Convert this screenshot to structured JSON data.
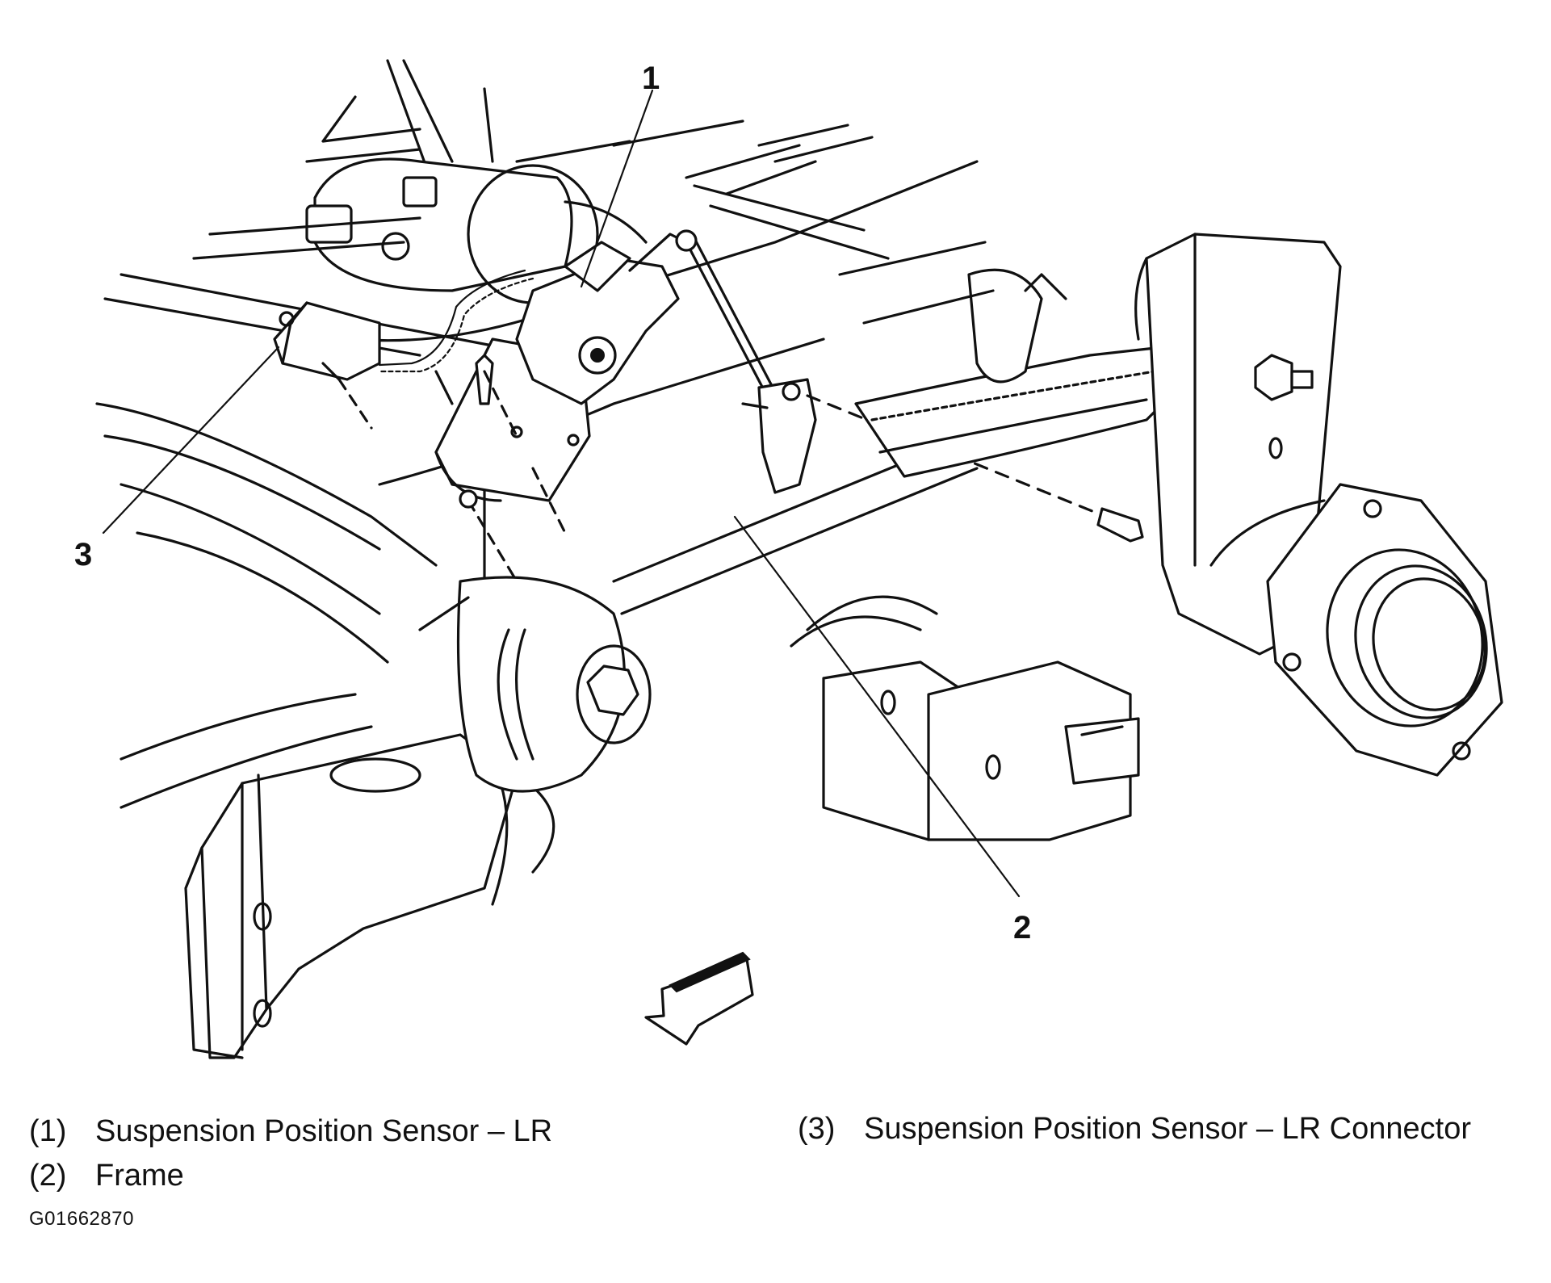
{
  "callouts": [
    {
      "number": "1",
      "label": "Suspension Position Sensor – LR"
    },
    {
      "number": "2",
      "label": "Frame"
    },
    {
      "number": "3",
      "label": "Suspension Position Sensor – LR Connector"
    }
  ],
  "legend": [
    {
      "number": "(1)",
      "label": "Suspension Position Sensor – LR"
    },
    {
      "number": "(2)",
      "label": "Frame"
    },
    {
      "number": "(3)",
      "label": "Suspension Position Sensor – LR Connector"
    }
  ],
  "figure_id": "G01662870",
  "icons": {
    "direction_arrow": "front-direction-arrow-icon"
  }
}
